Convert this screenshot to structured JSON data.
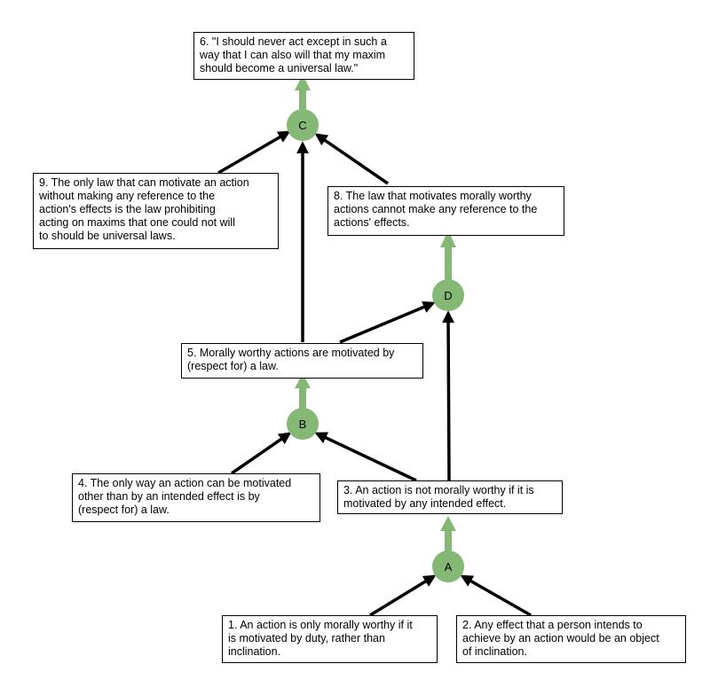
{
  "colors": {
    "node_fill": "#84b874",
    "support_arrow": "#84b874",
    "link_arrow": "#000000",
    "box_border": "#000000"
  },
  "nodes": {
    "a": "A",
    "b": "B",
    "c": "C",
    "d": "D"
  },
  "claims": {
    "c1": "1. An action is only morally worthy if it\nis motivated by duty, rather than\ninclination.",
    "c2": "2. Any effect that a person intends to\nachieve by an action would be an object\nof inclination.",
    "c3": "3. An action is not morally worthy if it is\nmotivated by any intended effect.",
    "c4": "4. The only way an action can be motivated\nother than by an intended effect is by\n(respect for) a law.",
    "c5": "5. Morally worthy actions are motivated by\n(respect for) a law.",
    "c6": "6. \"I should never act except in such a\nway that I can also will that my maxim\nshould become a universal law.\"",
    "c8": "8. The law that motivates morally worthy\nactions cannot make any reference to the\nactions' effects.",
    "c9": "9. The only law that can motivate an action\nwithout making any reference to the\naction's effects is the law prohibiting\nacting on maxims that one could not will\nto should be universal laws."
  }
}
